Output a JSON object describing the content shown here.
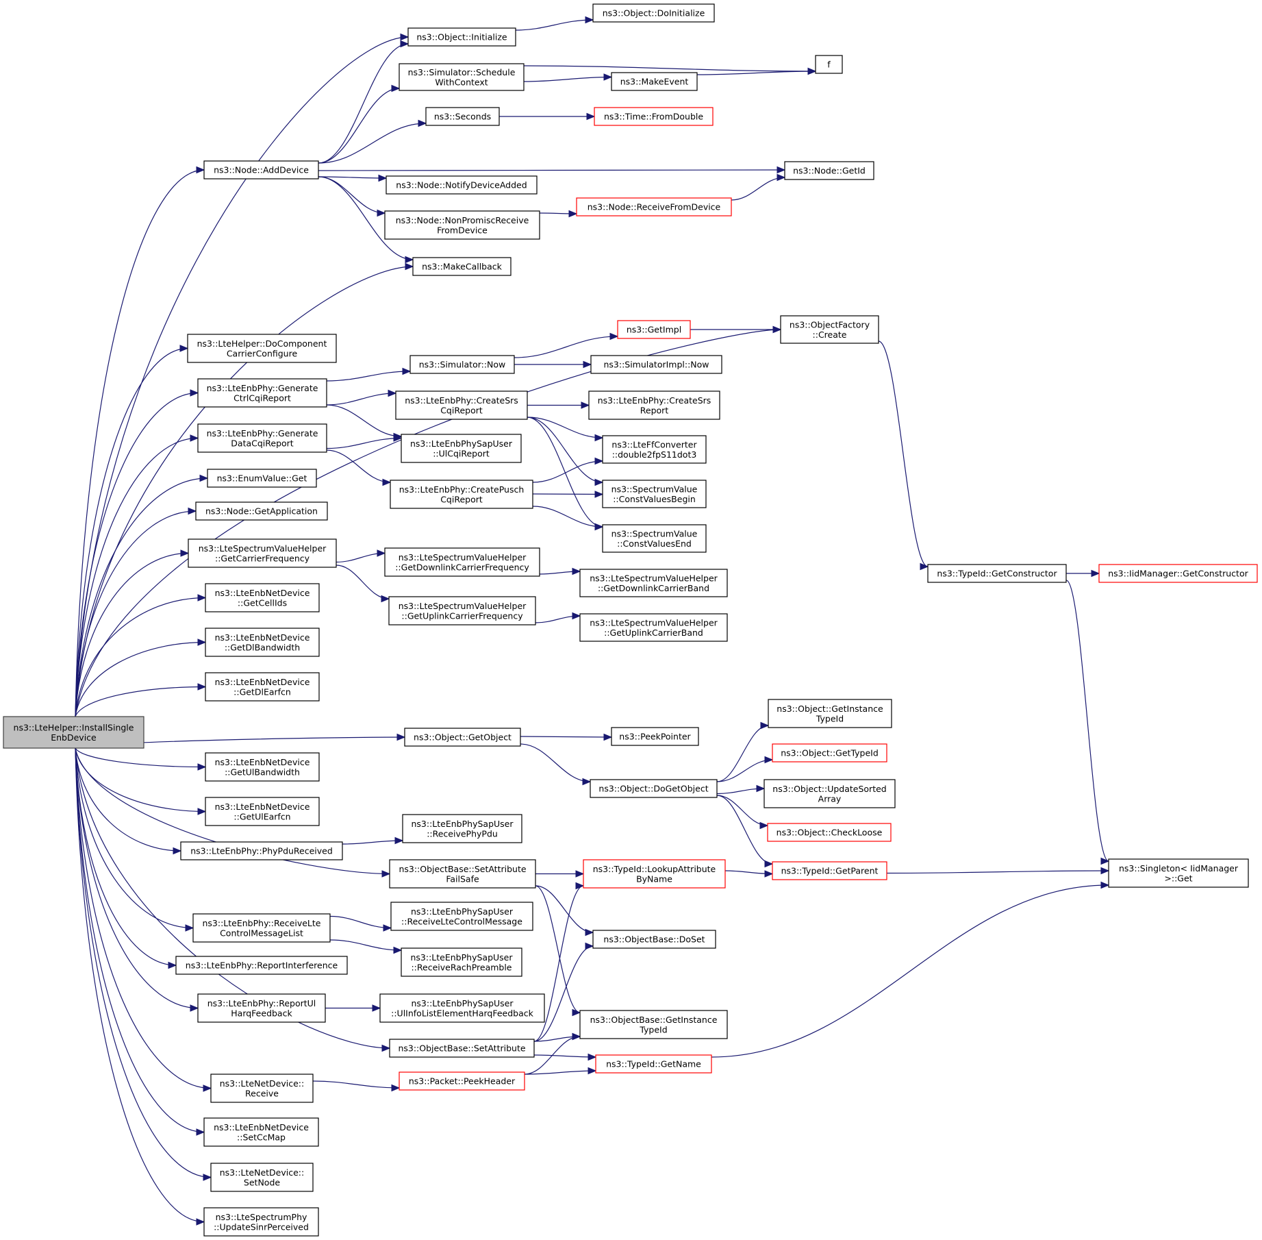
{
  "title": "ns3::LteHelper::InstallSingleEnbDevice call graph",
  "colors": {
    "edge": "#191970",
    "node_border": "#000000",
    "node_border_undocumented": "#ff0000",
    "root_fill": "#bfbfbf"
  },
  "nodes": [
    {
      "id": "root",
      "lines": [
        "ns3::LteHelper::InstallSingle",
        "EnbDevice"
      ],
      "kind": "root"
    },
    {
      "id": "obj_doinit",
      "lines": [
        "ns3::Object::DoInitialize"
      ],
      "kind": "normal"
    },
    {
      "id": "obj_init",
      "lines": [
        "ns3::Object::Initialize"
      ],
      "kind": "normal"
    },
    {
      "id": "sched_ctx",
      "lines": [
        "ns3::Simulator::Schedule",
        "WithContext"
      ],
      "kind": "normal"
    },
    {
      "id": "f",
      "lines": [
        "f"
      ],
      "kind": "normal"
    },
    {
      "id": "make_event",
      "lines": [
        "ns3::MakeEvent"
      ],
      "kind": "normal"
    },
    {
      "id": "seconds",
      "lines": [
        "ns3::Seconds"
      ],
      "kind": "normal"
    },
    {
      "id": "from_double",
      "lines": [
        "ns3::Time::FromDouble"
      ],
      "kind": "missing"
    },
    {
      "id": "add_device",
      "lines": [
        "ns3::Node::AddDevice"
      ],
      "kind": "normal"
    },
    {
      "id": "get_id",
      "lines": [
        "ns3::Node::GetId"
      ],
      "kind": "normal"
    },
    {
      "id": "notify_added",
      "lines": [
        "ns3::Node::NotifyDeviceAdded"
      ],
      "kind": "normal"
    },
    {
      "id": "nonpromisc",
      "lines": [
        "ns3::Node::NonPromiscReceive",
        "FromDevice"
      ],
      "kind": "normal"
    },
    {
      "id": "recv_from_dev",
      "lines": [
        "ns3::Node::ReceiveFromDevice"
      ],
      "kind": "missing"
    },
    {
      "id": "make_callback",
      "lines": [
        "ns3::MakeCallback"
      ],
      "kind": "normal"
    },
    {
      "id": "of_create",
      "lines": [
        "ns3::ObjectFactory",
        "::Create"
      ],
      "kind": "normal"
    },
    {
      "id": "get_impl",
      "lines": [
        "ns3::GetImpl"
      ],
      "kind": "missing"
    },
    {
      "id": "sim_now",
      "lines": [
        "ns3::Simulator::Now"
      ],
      "kind": "normal"
    },
    {
      "id": "simimpl_now",
      "lines": [
        "ns3::SimulatorImpl::Now"
      ],
      "kind": "normal"
    },
    {
      "id": "do_cc_config",
      "lines": [
        "ns3::LteHelper::DoComponent",
        "CarrierConfigure"
      ],
      "kind": "normal"
    },
    {
      "id": "gen_ctrl_cqi",
      "lines": [
        "ns3::LteEnbPhy::Generate",
        "CtrlCqiReport"
      ],
      "kind": "normal"
    },
    {
      "id": "create_srs_cqi",
      "lines": [
        "ns3::LteEnbPhy::CreateSrs",
        "CqiReport"
      ],
      "kind": "normal"
    },
    {
      "id": "create_srs_report",
      "lines": [
        "ns3::LteEnbPhy::CreateSrs",
        "Report"
      ],
      "kind": "normal"
    },
    {
      "id": "ff_converter",
      "lines": [
        "ns3::LteFfConverter",
        "::double2fpS11dot3"
      ],
      "kind": "normal"
    },
    {
      "id": "cv_begin",
      "lines": [
        "ns3::SpectrumValue",
        "::ConstValuesBegin"
      ],
      "kind": "normal"
    },
    {
      "id": "cv_end",
      "lines": [
        "ns3::SpectrumValue",
        "::ConstValuesEnd"
      ],
      "kind": "normal"
    },
    {
      "id": "gen_data_cqi",
      "lines": [
        "ns3::LteEnbPhy::Generate",
        "DataCqiReport"
      ],
      "kind": "normal"
    },
    {
      "id": "ul_cqi_report",
      "lines": [
        "ns3::LteEnbPhySapUser",
        "::UlCqiReport"
      ],
      "kind": "normal"
    },
    {
      "id": "create_pusch_cqi",
      "lines": [
        "ns3::LteEnbPhy::CreatePusch",
        "CqiReport"
      ],
      "kind": "normal"
    },
    {
      "id": "enum_get",
      "lines": [
        "ns3::EnumValue::Get"
      ],
      "kind": "normal"
    },
    {
      "id": "get_application",
      "lines": [
        "ns3::Node::GetApplication"
      ],
      "kind": "normal"
    },
    {
      "id": "get_carrier_freq",
      "lines": [
        "ns3::LteSpectrumValueHelper",
        "::GetCarrierFrequency"
      ],
      "kind": "normal"
    },
    {
      "id": "get_dl_carrier_freq",
      "lines": [
        "ns3::LteSpectrumValueHelper",
        "::GetDownlinkCarrierFrequency"
      ],
      "kind": "normal"
    },
    {
      "id": "get_ul_carrier_freq",
      "lines": [
        "ns3::LteSpectrumValueHelper",
        "::GetUplinkCarrierFrequency"
      ],
      "kind": "normal"
    },
    {
      "id": "get_dl_band",
      "lines": [
        "ns3::LteSpectrumValueHelper",
        "::GetDownlinkCarrierBand"
      ],
      "kind": "normal"
    },
    {
      "id": "get_ul_band",
      "lines": [
        "ns3::LteSpectrumValueHelper",
        "::GetUplinkCarrierBand"
      ],
      "kind": "normal"
    },
    {
      "id": "get_cell_ids",
      "lines": [
        "ns3::LteEnbNetDevice",
        "::GetCellIds"
      ],
      "kind": "normal"
    },
    {
      "id": "get_dl_bw",
      "lines": [
        "ns3::LteEnbNetDevice",
        "::GetDlBandwidth"
      ],
      "kind": "normal"
    },
    {
      "id": "get_dl_earfcn",
      "lines": [
        "ns3::LteEnbNetDevice",
        "::GetDlEarfcn"
      ],
      "kind": "normal"
    },
    {
      "id": "get_object",
      "lines": [
        "ns3::Object::GetObject"
      ],
      "kind": "normal"
    },
    {
      "id": "peek_pointer",
      "lines": [
        "ns3::PeekPointer"
      ],
      "kind": "normal"
    },
    {
      "id": "obj_get_inst_tid",
      "lines": [
        "ns3::Object::GetInstance",
        "TypeId"
      ],
      "kind": "normal"
    },
    {
      "id": "obj_get_tid",
      "lines": [
        "ns3::Object::GetTypeId"
      ],
      "kind": "missing"
    },
    {
      "id": "do_get_object",
      "lines": [
        "ns3::Object::DoGetObject"
      ],
      "kind": "normal"
    },
    {
      "id": "update_sorted",
      "lines": [
        "ns3::Object::UpdateSorted",
        "Array"
      ],
      "kind": "normal"
    },
    {
      "id": "check_loose",
      "lines": [
        "ns3::Object::CheckLoose"
      ],
      "kind": "missing"
    },
    {
      "id": "get_ul_bw",
      "lines": [
        "ns3::LteEnbNetDevice",
        "::GetUlBandwidth"
      ],
      "kind": "normal"
    },
    {
      "id": "get_ul_earfcn",
      "lines": [
        "ns3::LteEnbNetDevice",
        "::GetUlEarfcn"
      ],
      "kind": "normal"
    },
    {
      "id": "recv_phy_pdu",
      "lines": [
        "ns3::LteEnbPhySapUser",
        "::ReceivePhyPdu"
      ],
      "kind": "normal"
    },
    {
      "id": "phy_pdu_received",
      "lines": [
        "ns3::LteEnbPhy::PhyPduReceived"
      ],
      "kind": "normal"
    },
    {
      "id": "set_attr_failsafe",
      "lines": [
        "ns3::ObjectBase::SetAttribute",
        "FailSafe"
      ],
      "kind": "normal"
    },
    {
      "id": "lookup_attr",
      "lines": [
        "ns3::TypeId::LookupAttribute",
        "ByName"
      ],
      "kind": "missing"
    },
    {
      "id": "get_parent",
      "lines": [
        "ns3::TypeId::GetParent"
      ],
      "kind": "missing"
    },
    {
      "id": "singleton_get",
      "lines": [
        "ns3::Singleton< IidManager",
        ">::Get"
      ],
      "kind": "normal"
    },
    {
      "id": "recv_lte_ctrl_list",
      "lines": [
        "ns3::LteEnbPhy::ReceiveLte",
        "ControlMessageList"
      ],
      "kind": "normal"
    },
    {
      "id": "recv_lte_ctrl_msg",
      "lines": [
        "ns3::LteEnbPhySapUser",
        "::ReceiveLteControlMessage"
      ],
      "kind": "normal"
    },
    {
      "id": "recv_rach",
      "lines": [
        "ns3::LteEnbPhySapUser",
        "::ReceiveRachPreamble"
      ],
      "kind": "normal"
    },
    {
      "id": "do_set",
      "lines": [
        "ns3::ObjectBase::DoSet"
      ],
      "kind": "normal"
    },
    {
      "id": "report_interf",
      "lines": [
        "ns3::LteEnbPhy::ReportInterference"
      ],
      "kind": "normal"
    },
    {
      "id": "report_ul_harq",
      "lines": [
        "ns3::LteEnbPhy::ReportUl",
        "HarqFeedback"
      ],
      "kind": "normal"
    },
    {
      "id": "ul_info_harq",
      "lines": [
        "ns3::LteEnbPhySapUser",
        "::UlInfoListElementHarqFeedback"
      ],
      "kind": "normal"
    },
    {
      "id": "ob_get_inst_tid",
      "lines": [
        "ns3::ObjectBase::GetInstance",
        "TypeId"
      ],
      "kind": "normal"
    },
    {
      "id": "set_attribute",
      "lines": [
        "ns3::ObjectBase::SetAttribute"
      ],
      "kind": "normal"
    },
    {
      "id": "tid_get_name",
      "lines": [
        "ns3::TypeId::GetName"
      ],
      "kind": "missing"
    },
    {
      "id": "lte_receive",
      "lines": [
        "ns3::LteNetDevice::",
        "Receive"
      ],
      "kind": "normal"
    },
    {
      "id": "peek_header",
      "lines": [
        "ns3::Packet::PeekHeader"
      ],
      "kind": "missing"
    },
    {
      "id": "set_cc_map",
      "lines": [
        "ns3::LteEnbNetDevice",
        "::SetCcMap"
      ],
      "kind": "normal"
    },
    {
      "id": "set_node",
      "lines": [
        "ns3::LteNetDevice::",
        "SetNode"
      ],
      "kind": "normal"
    },
    {
      "id": "update_sinr",
      "lines": [
        "ns3::LteSpectrumPhy",
        "::UpdateSinrPerceived"
      ],
      "kind": "normal"
    },
    {
      "id": "get_constructor",
      "lines": [
        "ns3::TypeId::GetConstructor"
      ],
      "kind": "normal"
    },
    {
      "id": "iid_get_constructor",
      "lines": [
        "ns3::IidManager::GetConstructor"
      ],
      "kind": "missing"
    }
  ],
  "edges": [
    [
      "root",
      "obj_init"
    ],
    [
      "root",
      "add_device"
    ],
    [
      "root",
      "make_callback"
    ],
    [
      "root",
      "of_create"
    ],
    [
      "root",
      "do_cc_config"
    ],
    [
      "root",
      "gen_ctrl_cqi"
    ],
    [
      "root",
      "gen_data_cqi"
    ],
    [
      "root",
      "enum_get"
    ],
    [
      "root",
      "get_application"
    ],
    [
      "root",
      "get_carrier_freq"
    ],
    [
      "root",
      "get_cell_ids"
    ],
    [
      "root",
      "get_dl_bw"
    ],
    [
      "root",
      "get_dl_earfcn"
    ],
    [
      "root",
      "get_object"
    ],
    [
      "root",
      "get_ul_bw"
    ],
    [
      "root",
      "get_ul_earfcn"
    ],
    [
      "root",
      "phy_pdu_received"
    ],
    [
      "root",
      "set_attr_failsafe"
    ],
    [
      "root",
      "recv_lte_ctrl_list"
    ],
    [
      "root",
      "report_interf"
    ],
    [
      "root",
      "report_ul_harq"
    ],
    [
      "root",
      "set_attribute"
    ],
    [
      "root",
      "lte_receive"
    ],
    [
      "root",
      "set_cc_map"
    ],
    [
      "root",
      "set_node"
    ],
    [
      "root",
      "update_sinr"
    ],
    [
      "obj_init",
      "obj_doinit"
    ],
    [
      "sched_ctx",
      "f"
    ],
    [
      "sched_ctx",
      "make_event"
    ],
    [
      "make_event",
      "f"
    ],
    [
      "seconds",
      "from_double"
    ],
    [
      "add_device",
      "obj_init"
    ],
    [
      "add_device",
      "sched_ctx"
    ],
    [
      "add_device",
      "seconds"
    ],
    [
      "add_device",
      "get_id"
    ],
    [
      "add_device",
      "notify_added"
    ],
    [
      "add_device",
      "nonpromisc"
    ],
    [
      "add_device",
      "make_callback"
    ],
    [
      "nonpromisc",
      "recv_from_dev"
    ],
    [
      "recv_from_dev",
      "get_id"
    ],
    [
      "get_impl",
      "of_create"
    ],
    [
      "sim_now",
      "get_impl"
    ],
    [
      "sim_now",
      "simimpl_now"
    ],
    [
      "of_create",
      "get_constructor"
    ],
    [
      "get_constructor",
      "iid_get_constructor"
    ],
    [
      "get_constructor",
      "singleton_get"
    ],
    [
      "gen_ctrl_cqi",
      "sim_now"
    ],
    [
      "gen_ctrl_cqi",
      "create_srs_cqi"
    ],
    [
      "gen_ctrl_cqi",
      "ul_cqi_report"
    ],
    [
      "create_srs_cqi",
      "create_srs_report"
    ],
    [
      "create_srs_cqi",
      "ff_converter"
    ],
    [
      "create_srs_cqi",
      "cv_begin"
    ],
    [
      "create_srs_cqi",
      "cv_end"
    ],
    [
      "gen_data_cqi",
      "ul_cqi_report"
    ],
    [
      "gen_data_cqi",
      "create_pusch_cqi"
    ],
    [
      "create_pusch_cqi",
      "ff_converter"
    ],
    [
      "create_pusch_cqi",
      "cv_begin"
    ],
    [
      "create_pusch_cqi",
      "cv_end"
    ],
    [
      "get_carrier_freq",
      "get_dl_carrier_freq"
    ],
    [
      "get_carrier_freq",
      "get_ul_carrier_freq"
    ],
    [
      "get_dl_carrier_freq",
      "get_dl_band"
    ],
    [
      "get_ul_carrier_freq",
      "get_ul_band"
    ],
    [
      "get_object",
      "peek_pointer"
    ],
    [
      "get_object",
      "do_get_object"
    ],
    [
      "do_get_object",
      "obj_get_inst_tid"
    ],
    [
      "do_get_object",
      "obj_get_tid"
    ],
    [
      "do_get_object",
      "update_sorted"
    ],
    [
      "do_get_object",
      "check_loose"
    ],
    [
      "do_get_object",
      "get_parent"
    ],
    [
      "phy_pdu_received",
      "recv_phy_pdu"
    ],
    [
      "set_attr_failsafe",
      "lookup_attr"
    ],
    [
      "set_attr_failsafe",
      "do_set"
    ],
    [
      "set_attr_failsafe",
      "ob_get_inst_tid"
    ],
    [
      "lookup_attr",
      "get_parent"
    ],
    [
      "get_parent",
      "singleton_get"
    ],
    [
      "recv_lte_ctrl_list",
      "recv_lte_ctrl_msg"
    ],
    [
      "recv_lte_ctrl_list",
      "recv_rach"
    ],
    [
      "report_ul_harq",
      "ul_info_harq"
    ],
    [
      "set_attribute",
      "lookup_attr"
    ],
    [
      "set_attribute",
      "do_set"
    ],
    [
      "set_attribute",
      "ob_get_inst_tid"
    ],
    [
      "set_attribute",
      "tid_get_name"
    ],
    [
      "lte_receive",
      "peek_header"
    ],
    [
      "peek_header",
      "ob_get_inst_tid"
    ],
    [
      "peek_header",
      "tid_get_name"
    ],
    [
      "tid_get_name",
      "singleton_get"
    ]
  ]
}
